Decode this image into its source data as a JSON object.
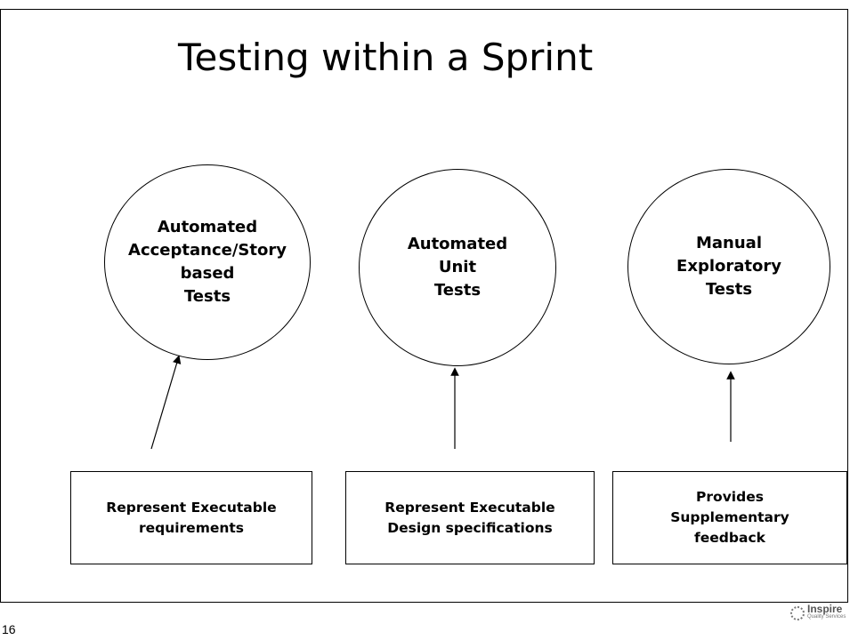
{
  "slide": {
    "title": "Testing within a Sprint",
    "number": "16"
  },
  "ovals": [
    {
      "text": "Automated\nAcceptance/Story\nbased\n Tests"
    },
    {
      "text": "Automated\nUnit\nTests"
    },
    {
      "text": "Manual\nExploratory\n Tests"
    }
  ],
  "boxes": [
    {
      "text": "Represent Executable\nrequirements"
    },
    {
      "text": "Represent Executable\nDesign specifications"
    },
    {
      "text": "Provides\nSupplementary\nfeedback"
    }
  ],
  "logo": {
    "name": "Inspire",
    "subtitle": "Quality Services"
  }
}
